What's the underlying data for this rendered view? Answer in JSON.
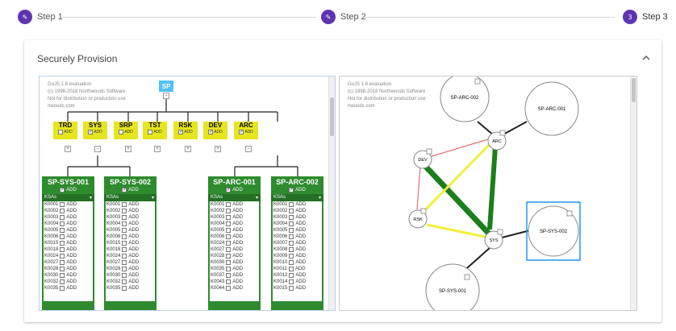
{
  "stepper": {
    "steps": [
      {
        "num": "",
        "label": "Step 1"
      },
      {
        "num": "",
        "label": "Step 2"
      },
      {
        "num": "3",
        "label": "Step 3"
      }
    ]
  },
  "card": {
    "title": "Securely Provision",
    "collapse_icon": "chevron-up-icon"
  },
  "watermark": {
    "lines": [
      "GoJS 1.8 evaluation",
      "(c) 1998-2018 Northwoods Software",
      "Not for distribution or production use",
      "nwoods.com"
    ]
  },
  "tree": {
    "root": "SP",
    "groups": [
      {
        "name": "TRD",
        "add": "ADD",
        "checked": false
      },
      {
        "name": "SYS",
        "add": "ADD",
        "checked": true
      },
      {
        "name": "SRP",
        "add": "ADD",
        "checked": false
      },
      {
        "name": "TST",
        "add": "ADD",
        "checked": false
      },
      {
        "name": "RSK",
        "add": "ADD",
        "checked": true
      },
      {
        "name": "DEV",
        "add": "ADD",
        "checked": true
      },
      {
        "name": "ARC",
        "add": "ADD",
        "checked": true
      }
    ],
    "systems": [
      {
        "name": "SP-SYS-001",
        "add": "ADD",
        "ksa_label": "KSAs",
        "ksas": [
          "K0001",
          "K0002",
          "K0003",
          "K0004",
          "K0005",
          "K0006",
          "K0015",
          "K0018",
          "K0024",
          "K0027",
          "K0028",
          "K0030",
          "K0032",
          "K0035"
        ]
      },
      {
        "name": "SP-SYS-002",
        "add": "ADD",
        "ksa_label": "KSAs",
        "ksas": [
          "K0001",
          "K0002",
          "K0003",
          "K0004",
          "K0005",
          "K0006",
          "K0015",
          "K0018",
          "K0024",
          "K0027",
          "K0028",
          "K0030",
          "K0032",
          "K0035"
        ]
      },
      {
        "name": "SP-ARC-001",
        "add": "ADD",
        "ksa_label": "KSAs",
        "ksas": [
          "K0001",
          "K0002",
          "K0003",
          "K0004",
          "K0005",
          "K0006",
          "K0024",
          "K0027",
          "K0028",
          "K0030",
          "K0035",
          "K0037",
          "K0043",
          "K0044"
        ]
      },
      {
        "name": "SP-ARC-002",
        "add": "ADD",
        "ksa_label": "KSAs",
        "ksas": [
          "K0001",
          "K0002",
          "K0003",
          "K0004",
          "K0005",
          "K0006",
          "K0007",
          "K0008",
          "K0009",
          "K0010",
          "K0011",
          "K0012",
          "K0014",
          "K0015"
        ]
      }
    ],
    "item_add": "ADD"
  },
  "graph": {
    "nodes": {
      "arc2": "SP-ARC-002",
      "arc1": "SP-ARC-001",
      "arc": "ARC",
      "dev": "DEV",
      "rsk": "RSK",
      "sys": "SYS",
      "sys2": "SP-SYS-002",
      "sys1": "SP-SYS-001"
    },
    "colors": {
      "strong": "#1b7f1b",
      "medium": "#f0f03a",
      "weak": "#e57373",
      "neutral": "#222222",
      "selected": "#2196f3"
    }
  },
  "colors": {
    "accent": "#5e35b1",
    "root": "#4fc3f7",
    "group": "#e6e61f",
    "system": "#2e8b2e"
  }
}
